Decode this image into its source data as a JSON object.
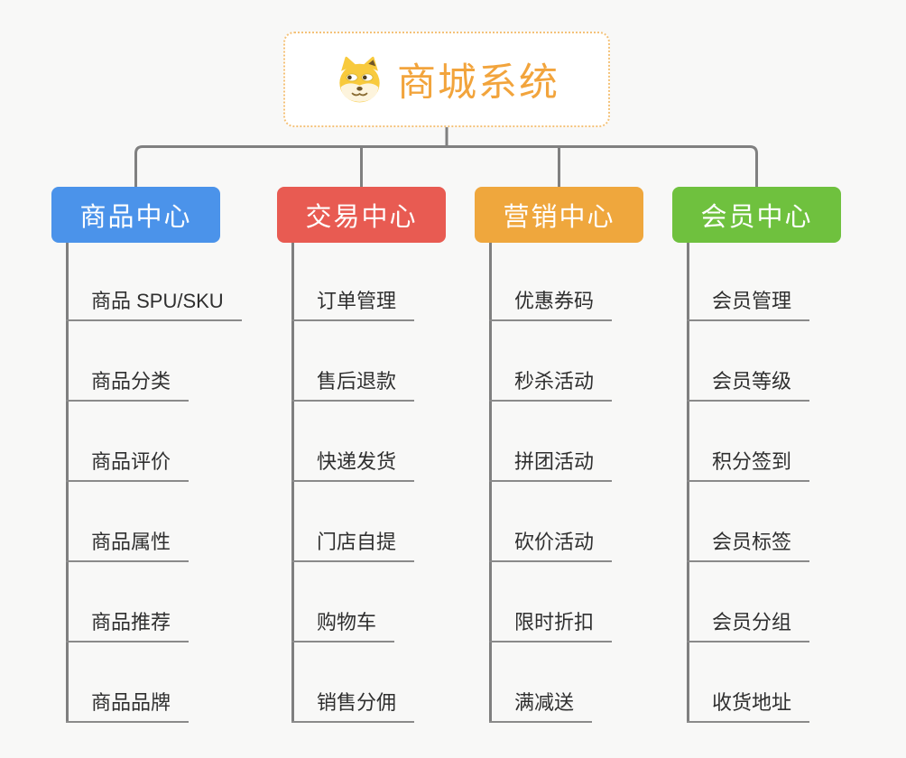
{
  "root": {
    "title": "商城系统",
    "icon": "doge-icon",
    "title_color": "#f2a43c",
    "border_color": "#f4c279"
  },
  "connector_color": "#808080",
  "branches": [
    {
      "label": "商品中心",
      "color": "#4b93ea",
      "children": [
        "商品 SPU/SKU",
        "商品分类",
        "商品评价",
        "商品属性",
        "商品推荐",
        "商品品牌"
      ]
    },
    {
      "label": "交易中心",
      "color": "#e85b52",
      "children": [
        "订单管理",
        "售后退款",
        "快递发货",
        "门店自提",
        "购物车",
        "销售分佣"
      ]
    },
    {
      "label": "营销中心",
      "color": "#efa73d",
      "children": [
        "优惠券码",
        "秒杀活动",
        "拼团活动",
        "砍价活动",
        "限时折扣",
        "满减送"
      ]
    },
    {
      "label": "会员中心",
      "color": "#6fc13e",
      "children": [
        "会员管理",
        "会员等级",
        "积分签到",
        "会员标签",
        "会员分组",
        "收货地址"
      ]
    }
  ]
}
